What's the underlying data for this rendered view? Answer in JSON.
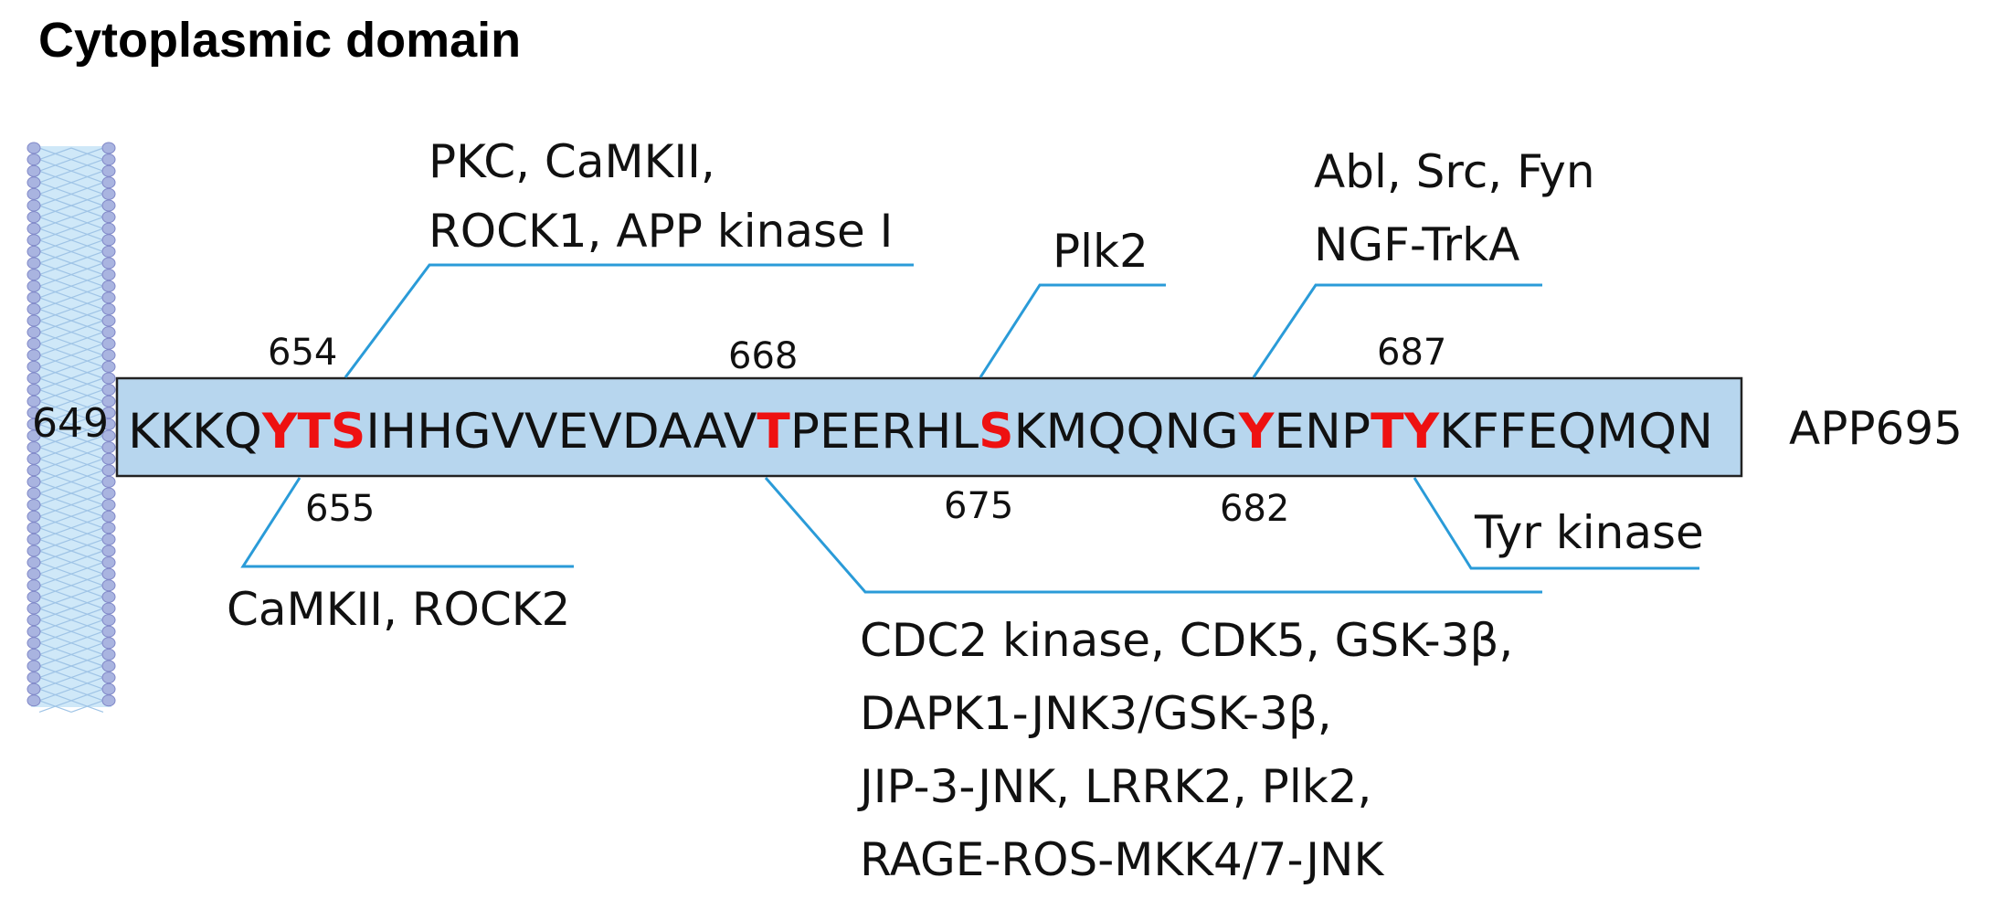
{
  "title": "Cytoplasmic domain",
  "protein_label": "APP695",
  "start_position": "649",
  "sequence_segments": [
    {
      "text": "KKKQ",
      "site": false
    },
    {
      "text": "YTS",
      "site": true
    },
    {
      "text": "IHHGVVEVDAAV",
      "site": false
    },
    {
      "text": "T",
      "site": true
    },
    {
      "text": "PEERHL",
      "site": false
    },
    {
      "text": "S",
      "site": true
    },
    {
      "text": "KMQQNG",
      "site": false
    },
    {
      "text": "Y",
      "site": true
    },
    {
      "text": "ENP",
      "site": false
    },
    {
      "text": "TY",
      "site": true
    },
    {
      "text": "KFFEQMQN",
      "site": false
    }
  ],
  "positions": {
    "p654": "654",
    "p655": "655",
    "p668": "668",
    "p675": "675",
    "p682": "682",
    "p687": "687"
  },
  "kinases": {
    "pkc": [
      "PKC, CaMKII,",
      "ROCK1, APP kinase I"
    ],
    "camkii_rock2": [
      "CaMKII, ROCK2"
    ],
    "plk2": [
      "Plk2"
    ],
    "abl": [
      "Abl, Src, Fyn",
      "NGF-TrkA"
    ],
    "tyr": [
      "Tyr kinase"
    ],
    "cdc2": [
      "CDC2 kinase, CDK5, GSK-3β,",
      "DAPK1-JNK3/GSK-3β,",
      "JIP-3-JNK, LRRK2, Plk2,",
      "RAGE-ROS-MKK4/7-JNK"
    ]
  },
  "colors": {
    "sequence_box_fill": "#b7d6ee",
    "sequence_box_stroke": "#222222",
    "phospho_site": "#ee1111",
    "leader_line": "#2a9bd8",
    "membrane_fill": "#cfe8f8",
    "membrane_bead": "#a9b4e0",
    "membrane_bead_stroke": "#8088c8"
  }
}
